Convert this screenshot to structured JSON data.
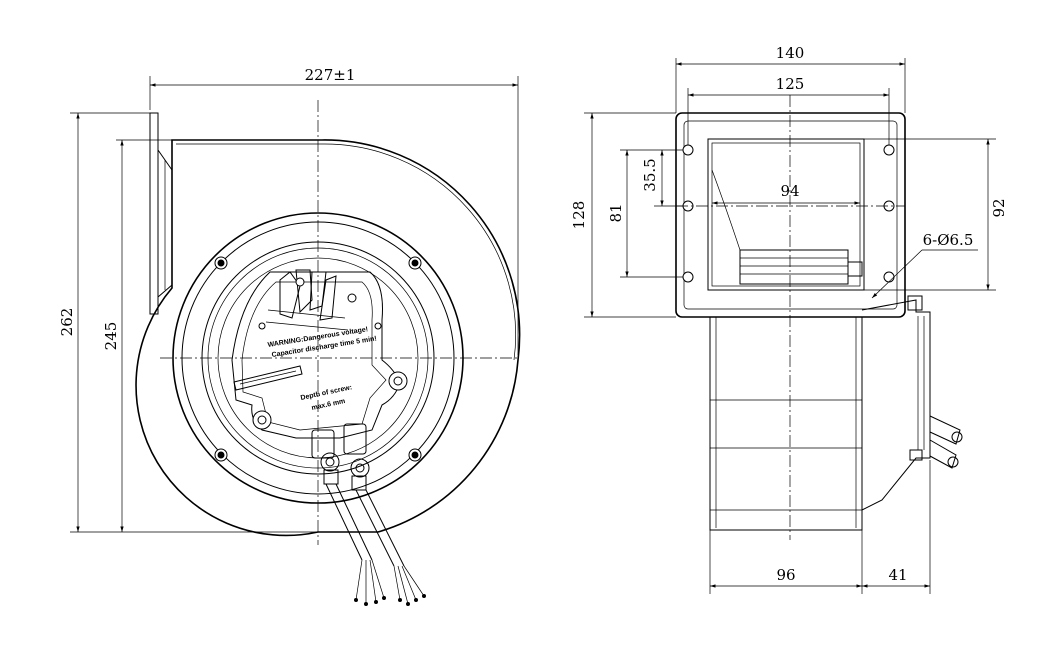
{
  "dimensions": {
    "front_width": "227±1",
    "front_height_overall": "262",
    "front_height_body": "245",
    "side_flange_width": "140",
    "side_hole_spacing": "125",
    "side_outlet_width": "94",
    "side_height_overall": "128",
    "side_hole_pitch_vertical": "81",
    "side_hole_pitch_half": "35.5",
    "side_outlet_height": "92",
    "side_holes": "6-Ø6.5",
    "side_body_depth": "96",
    "side_motor_depth": "41"
  },
  "labels": {
    "warning_line1": "WARNING:Dangerous voltage!",
    "warning_line2": "Capacitor discharge time 5 min!",
    "screw_line1": "Depth of screw:",
    "screw_line2": "max.6 mm"
  }
}
